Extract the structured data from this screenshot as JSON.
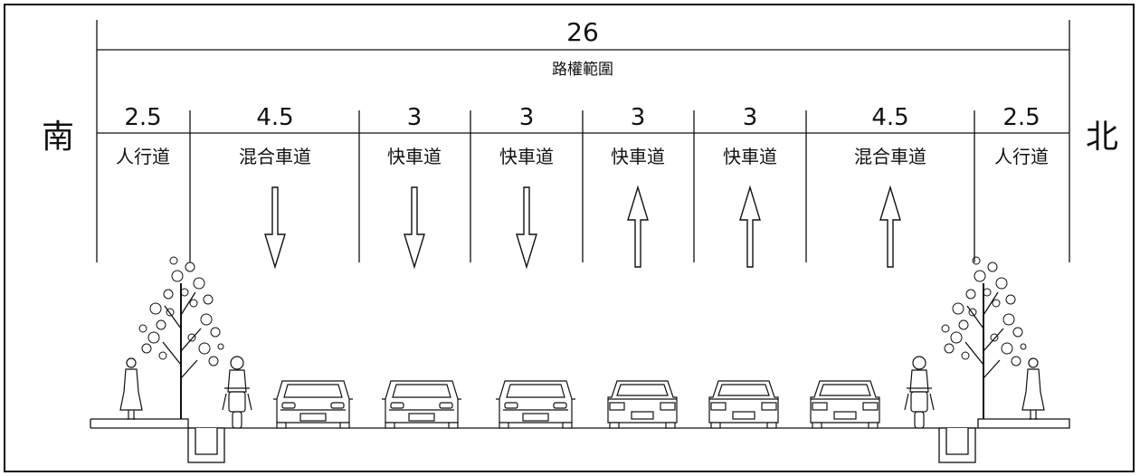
{
  "diagram": {
    "total_width": "26",
    "right_of_way": "路權範圍",
    "side_left": "南",
    "side_right": "北",
    "lanes": [
      {
        "width": "2.5",
        "name": "人行道",
        "arrow": "none",
        "object": "pedestrian"
      },
      {
        "width": "4.5",
        "name": "混合車道",
        "arrow": "down",
        "object": "car-front"
      },
      {
        "width": "3",
        "name": "快車道",
        "arrow": "down",
        "object": "car-front"
      },
      {
        "width": "3",
        "name": "快車道",
        "arrow": "down",
        "object": "car-front"
      },
      {
        "width": "3",
        "name": "快車道",
        "arrow": "up",
        "object": "car-rear"
      },
      {
        "width": "3",
        "name": "快車道",
        "arrow": "up",
        "object": "car-rear"
      },
      {
        "width": "4.5",
        "name": "混合車道",
        "arrow": "up",
        "object": "car-rear"
      },
      {
        "width": "2.5",
        "name": "人行道",
        "arrow": "none",
        "object": "pedestrian"
      }
    ]
  }
}
